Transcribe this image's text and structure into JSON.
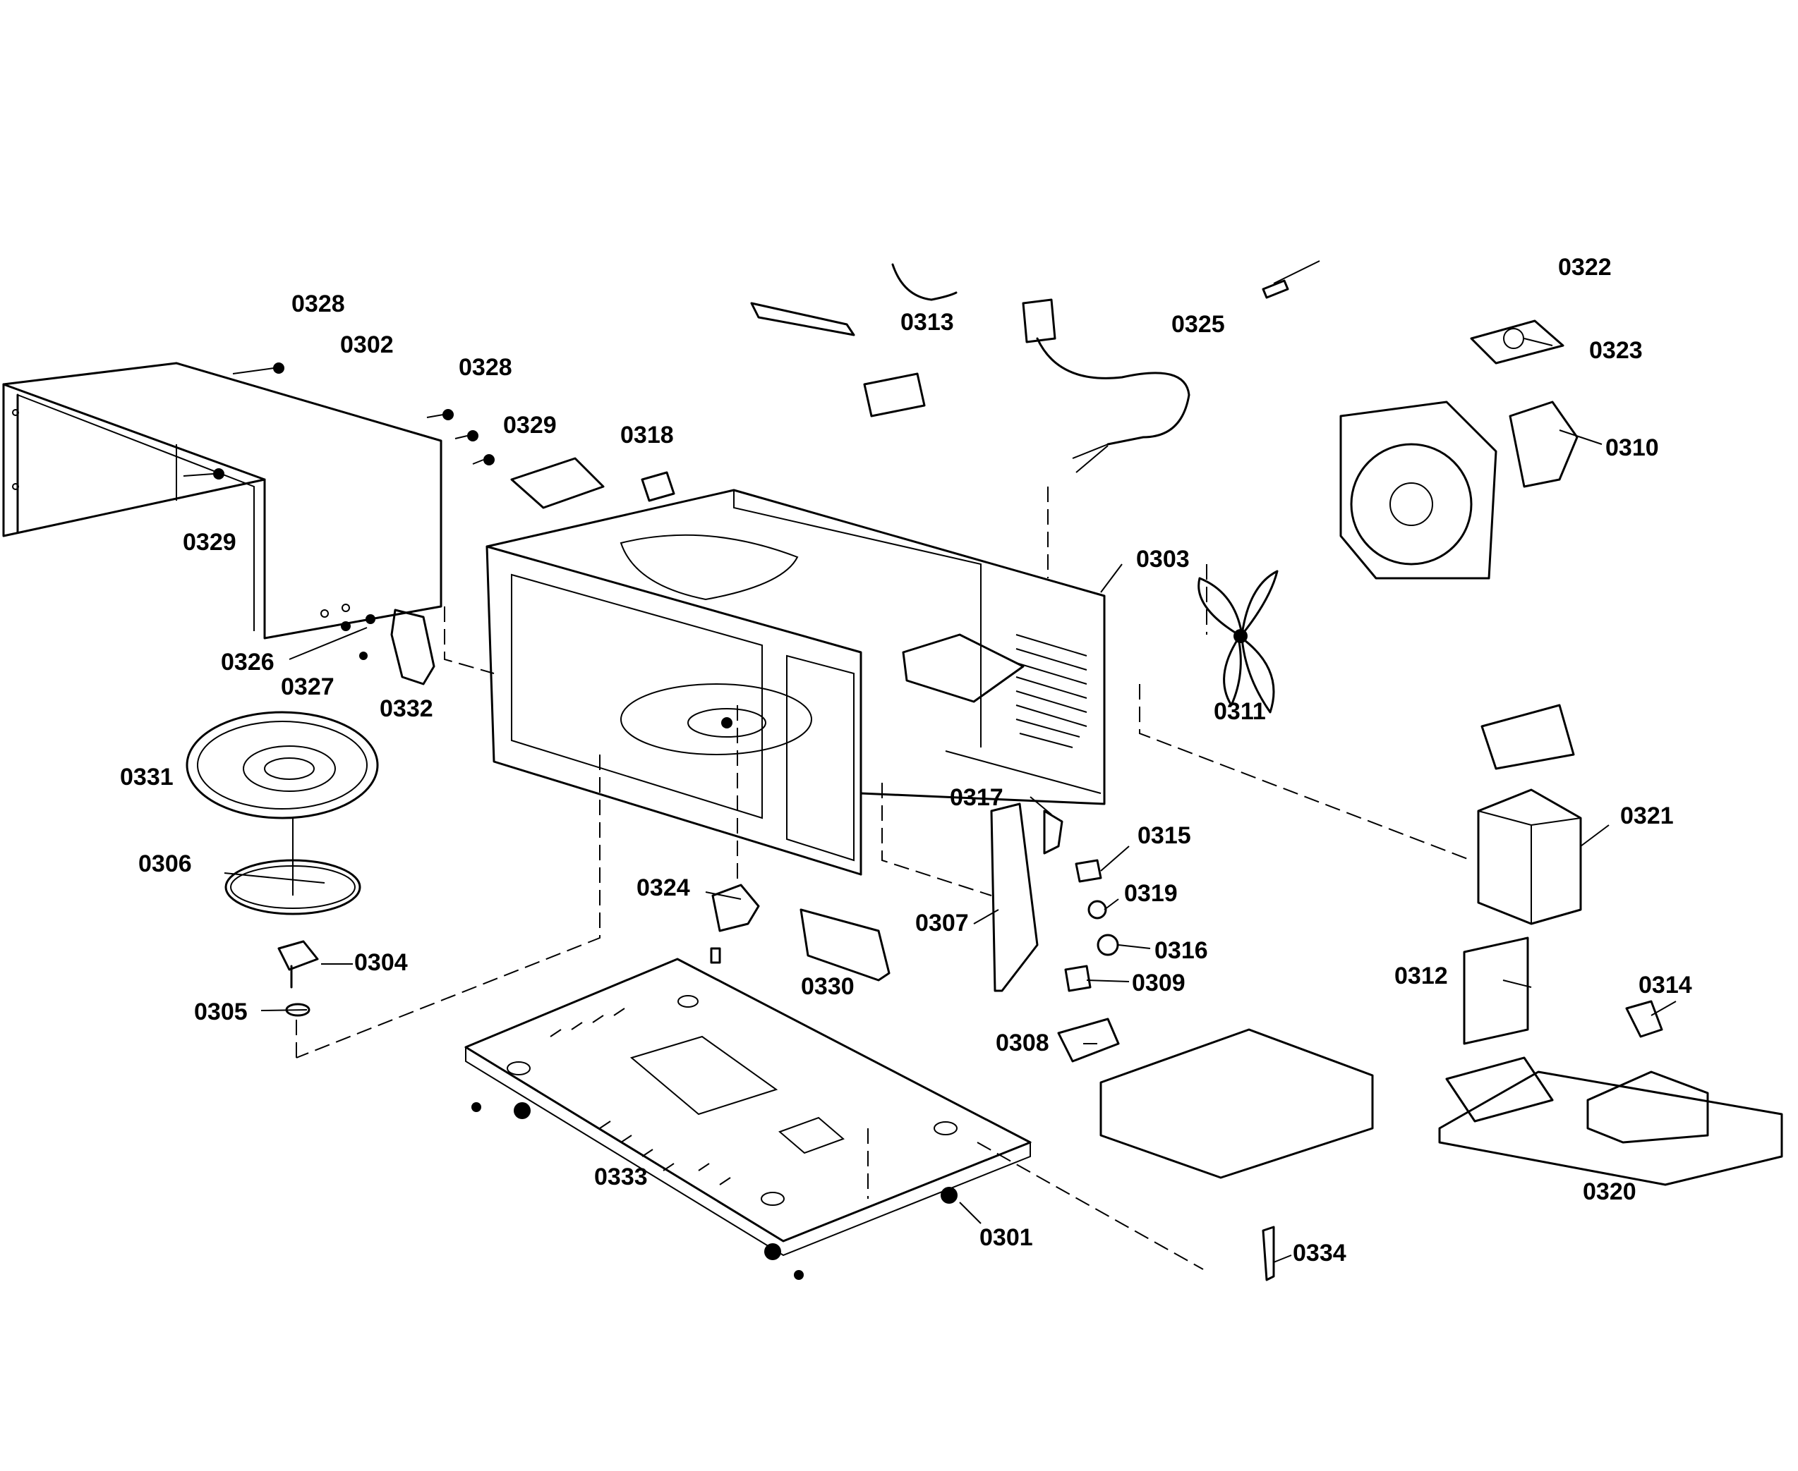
{
  "callouts": {
    "p0301": "0301",
    "p0302": "0302",
    "p0303": "0303",
    "p0304": "0304",
    "p0305": "0305",
    "p0306": "0306",
    "p0307": "0307",
    "p0308": "0308",
    "p0309": "0309",
    "p0310": "0310",
    "p0311": "0311",
    "p0312": "0312",
    "p0313": "0313",
    "p0314": "0314",
    "p0315": "0315",
    "p0316": "0316",
    "p0317": "0317",
    "p0318": "0318",
    "p0319": "0319",
    "p0320": "0320",
    "p0321": "0321",
    "p0322": "0322",
    "p0323": "0323",
    "p0324": "0324",
    "p0325": "0325",
    "p0326": "0326",
    "p0327": "0327",
    "p0328a": "0328",
    "p0328b": "0328",
    "p0329a": "0329",
    "p0329b": "0329",
    "p0330": "0330",
    "p0331": "0331",
    "p0332": "0332",
    "p0333": "0333",
    "p0334": "0334"
  }
}
